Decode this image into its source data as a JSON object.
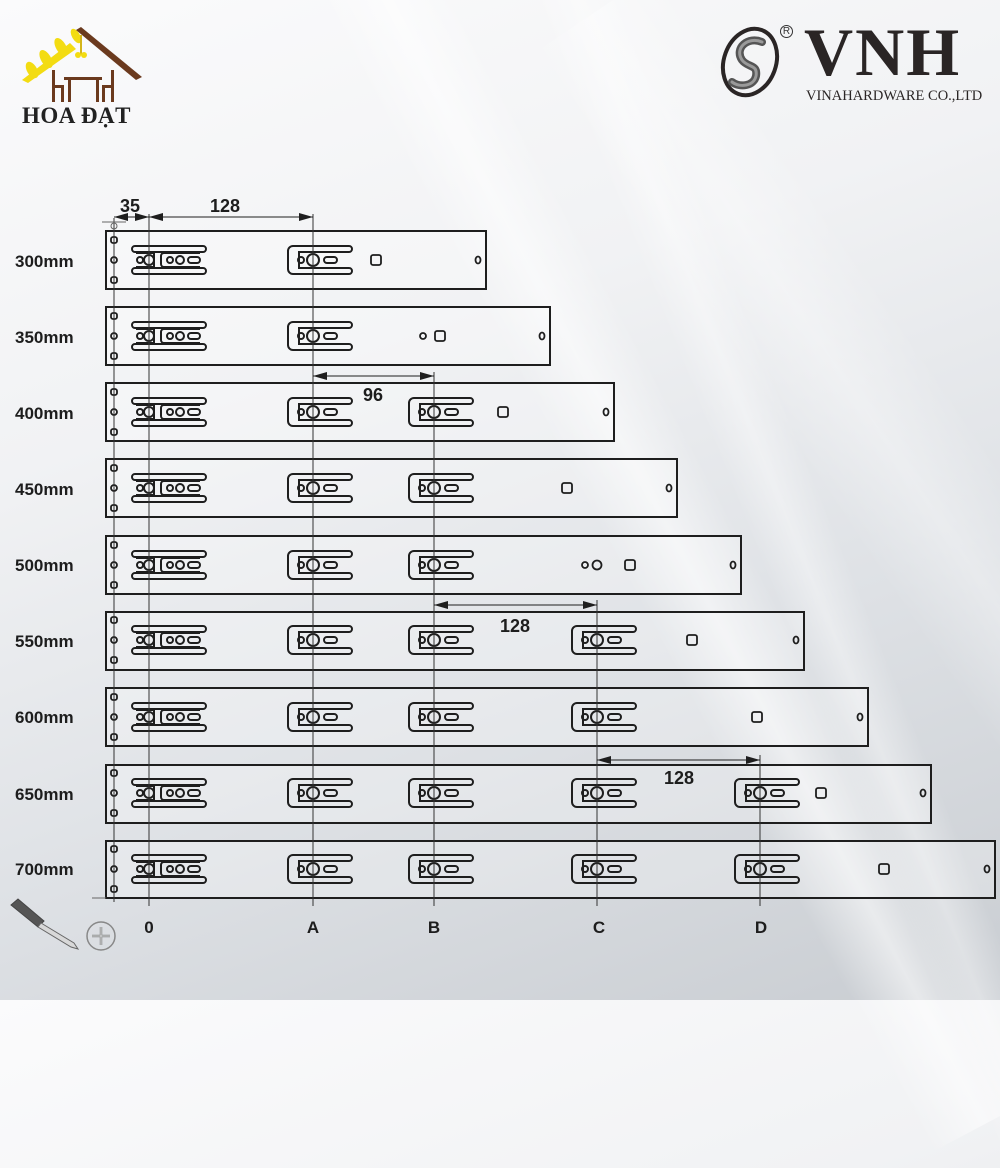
{
  "brand_left": {
    "name": "HOA ĐẠT",
    "colors": {
      "roof_yellow": "#f3dc12",
      "roof_brown": "#6b3a1e",
      "text": "#222222"
    }
  },
  "brand_right": {
    "name": "VNH",
    "registered_mark": "R",
    "subtitle": "VINAHARDWARE CO.,LTD",
    "colors": {
      "text": "#2a2525",
      "emblem": "#555555"
    }
  },
  "top_dimensions": {
    "first_offset": "35",
    "first_spacing": "128"
  },
  "dimensions": {
    "a_to_b": "96",
    "b_to_c": "128",
    "c_to_d": "128"
  },
  "rails": [
    {
      "label": "300mm",
      "length_mm": 300,
      "mount_points": [
        "0",
        "A"
      ]
    },
    {
      "label": "350mm",
      "length_mm": 350,
      "mount_points": [
        "0",
        "A"
      ]
    },
    {
      "label": "400mm",
      "length_mm": 400,
      "mount_points": [
        "0",
        "A",
        "B"
      ]
    },
    {
      "label": "450mm",
      "length_mm": 450,
      "mount_points": [
        "0",
        "A",
        "B"
      ]
    },
    {
      "label": "500mm",
      "length_mm": 500,
      "mount_points": [
        "0",
        "A",
        "B"
      ]
    },
    {
      "label": "550mm",
      "length_mm": 550,
      "mount_points": [
        "0",
        "A",
        "B",
        "C"
      ]
    },
    {
      "label": "600mm",
      "length_mm": 600,
      "mount_points": [
        "0",
        "A",
        "B",
        "C"
      ]
    },
    {
      "label": "650mm",
      "length_mm": 650,
      "mount_points": [
        "0",
        "A",
        "B",
        "C",
        "D"
      ]
    },
    {
      "label": "700mm",
      "length_mm": 700,
      "mount_points": [
        "0",
        "A",
        "B",
        "C",
        "D"
      ]
    }
  ],
  "axis_labels": [
    "0",
    "A",
    "B",
    "C",
    "D"
  ],
  "icons": {
    "screwdriver": "screwdriver-icon",
    "screw_head": "phillips-screw-icon"
  },
  "colors": {
    "line": "#1e1e1e",
    "guide_line": "#333333"
  }
}
